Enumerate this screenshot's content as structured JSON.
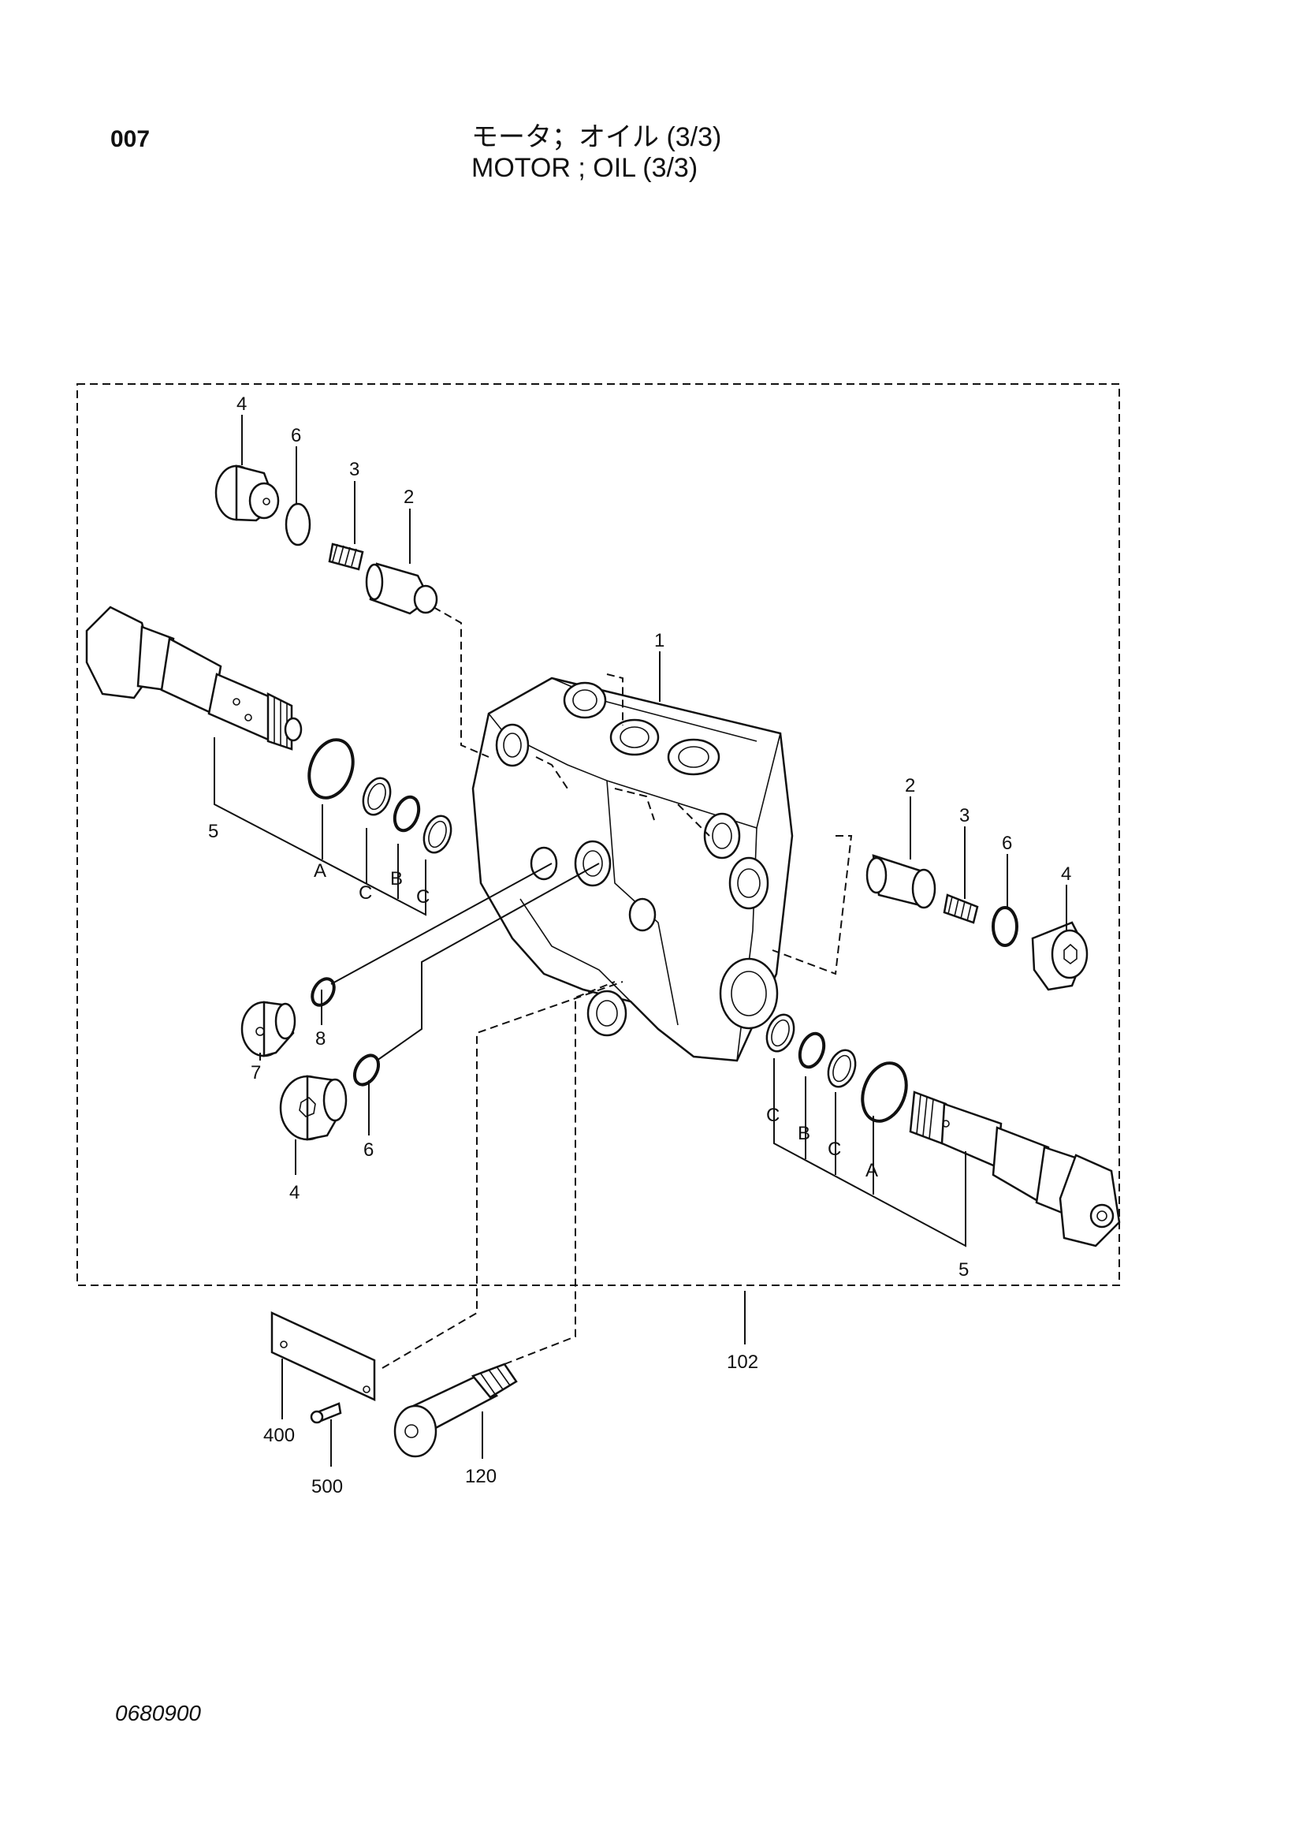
{
  "header": {
    "page_number": "007",
    "title_jp": "モータ；オイル (3/3)",
    "title_en": "MOTOR ; OIL (3/3)"
  },
  "footer": {
    "doc_code": "0680900"
  },
  "callouts": {
    "c1": "1",
    "c2a": "2",
    "c2b": "2",
    "c3a": "3",
    "c3b": "3",
    "c4a": "4",
    "c4b": "4",
    "c4c": "4",
    "c5a": "5",
    "c5b": "5",
    "c6a": "6",
    "c6b": "6",
    "c6c": "6",
    "c7": "7",
    "c8": "8",
    "cAl": "A",
    "cBl": "B",
    "cCl1": "C",
    "cCl2": "C",
    "cAr": "A",
    "cBr": "B",
    "cCr1": "C",
    "cCr2": "C",
    "c102": "102",
    "c120": "120",
    "c400": "400",
    "c500": "500"
  }
}
